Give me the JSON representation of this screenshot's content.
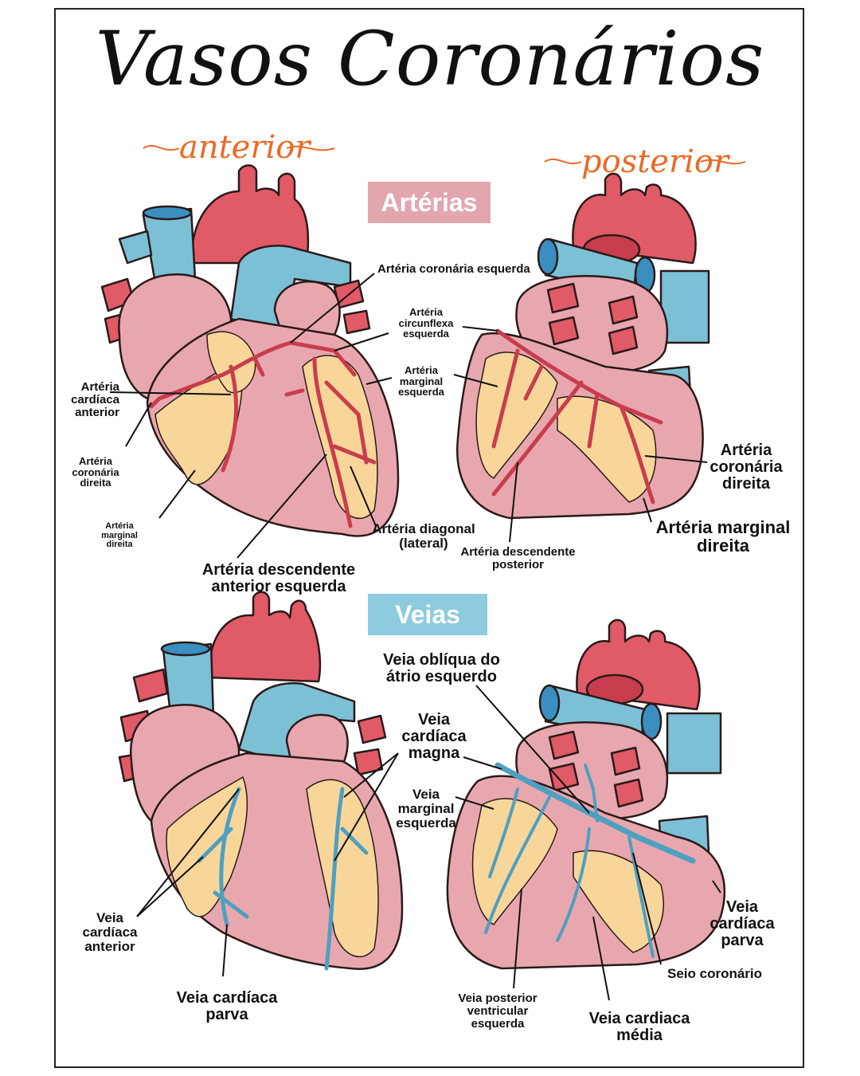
{
  "title": "Vasos Coronários",
  "views": {
    "anterior": "anterior",
    "posterior": "posterior"
  },
  "sections": {
    "arteries": "Artérias",
    "veins": "Veias"
  },
  "colors": {
    "aorta": "#e15a67",
    "vein": "#7cc0d6",
    "myocardium": "#e8a7ae",
    "fat": "#f8d69a",
    "accent": "#ea6a25"
  },
  "arteries": {
    "coronaria_esquerda": "Artéria coronária esquerda",
    "circunflexa_esquerda": "Artéria circunflexa esquerda",
    "marginal_esquerda": "Artéria marginal esquerda",
    "cardiaca_anterior": "Artéria cardíaca anterior",
    "coronaria_direita_ant": "Artéria coronária direita",
    "marginal_direita_ant": "Artéria marginal direita",
    "descendente_anterior": "Artéria descendente anterior esquerda",
    "diagonal": "Artéria diagonal (lateral)",
    "descendente_posterior": "Artéria descendente posterior",
    "coronaria_direita_post": "Artéria coronária direita",
    "marginal_direita_post": "Artéria marginal direita"
  },
  "veins": {
    "obliqua_atrio": "Veia oblíqua do átrio esquerdo",
    "cardiaca_magna": "Veia cardíaca magna",
    "marginal_esquerda": "Veia marginal esquerda",
    "cardiaca_anterior": "Veia cardíaca anterior",
    "cardiaca_parva_ant": "Veia cardíaca parva",
    "posterior_ventricular": "Veia posterior ventricular esquerda",
    "cardiaca_media": "Veia cardiaca média",
    "seio_coronario": "Seio coronário",
    "cardiaca_parva_post": "Veia cardíaca parva"
  }
}
